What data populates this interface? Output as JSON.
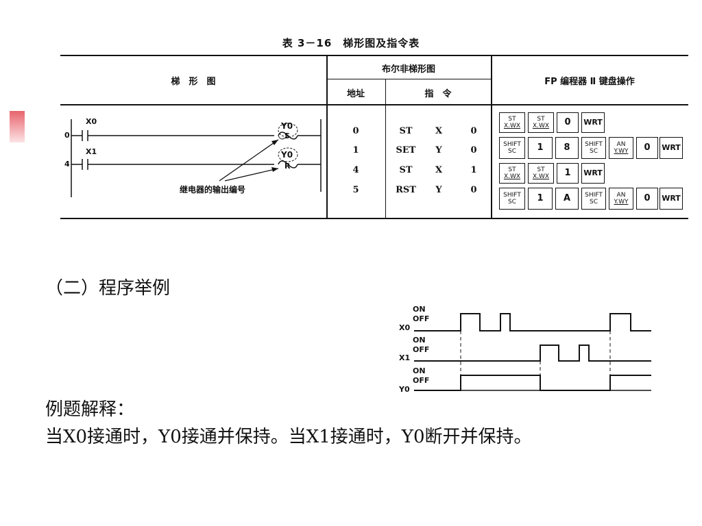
{
  "table": {
    "title": "表 3－16　梯形图及指令表",
    "headers": {
      "ladder": "梯　形　图",
      "fp": "布尔非梯形图",
      "address": "地址",
      "instruction": "指　令",
      "keyboard": "FP 编程器 Ⅱ 键盘操作"
    },
    "rows": [
      {
        "addr": "0",
        "op": "ST",
        "dev": "X",
        "num": "0"
      },
      {
        "addr": "1",
        "op": "SET",
        "dev": "Y",
        "num": "0"
      },
      {
        "addr": "4",
        "op": "ST",
        "dev": "X",
        "num": "1"
      },
      {
        "addr": "5",
        "op": "RST",
        "dev": "Y",
        "num": "0"
      }
    ],
    "keys": [
      [
        {
          "top": "ST",
          "bot": "X.WX"
        },
        {
          "top": "ST",
          "bot": "X.WX"
        },
        {
          "main": "0"
        },
        {
          "main": "WRT",
          "small": true
        }
      ],
      [
        {
          "top": "SHIFT",
          "bot": "SC"
        },
        {
          "main": "1"
        },
        {
          "main": "8"
        },
        {
          "top": "SHIFT",
          "bot": "SC"
        },
        {
          "top": "AN",
          "bot": "Y.WY"
        },
        {
          "main": "0"
        },
        {
          "main": "WRT",
          "small": true
        }
      ],
      [
        {
          "top": "ST",
          "bot": "X.WX"
        },
        {
          "top": "ST",
          "bot": "X.WX"
        },
        {
          "main": "1"
        },
        {
          "main": "WRT",
          "small": true
        }
      ],
      [
        {
          "top": "SHIFT",
          "bot": "SC"
        },
        {
          "main": "1"
        },
        {
          "main": "A"
        },
        {
          "top": "SHIFT",
          "bot": "SC"
        },
        {
          "top": "AN",
          "bot": "Y.WY"
        },
        {
          "main": "0"
        },
        {
          "main": "WRT",
          "small": true
        }
      ]
    ],
    "ladder": {
      "contact1": "X0",
      "contact2": "X1",
      "step1": "0",
      "step2": "4",
      "coil1_dev": "Y0",
      "coil1_op": "S",
      "coil2_dev": "Y0",
      "coil2_op": "R",
      "note": "继电器的输出编号"
    }
  },
  "section_title": "（二）程序举例",
  "timing": {
    "signals": [
      {
        "name": "X0",
        "on": "ON",
        "off": "OFF"
      },
      {
        "name": "X1",
        "on": "ON",
        "off": "OFF"
      },
      {
        "name": "Y0",
        "on": "ON",
        "off": "OFF"
      }
    ]
  },
  "explanation": {
    "heading": "例题解释：",
    "body": "当X0接通时，Y0接通并保持。当X1接通时，Y0断开并保持。"
  }
}
